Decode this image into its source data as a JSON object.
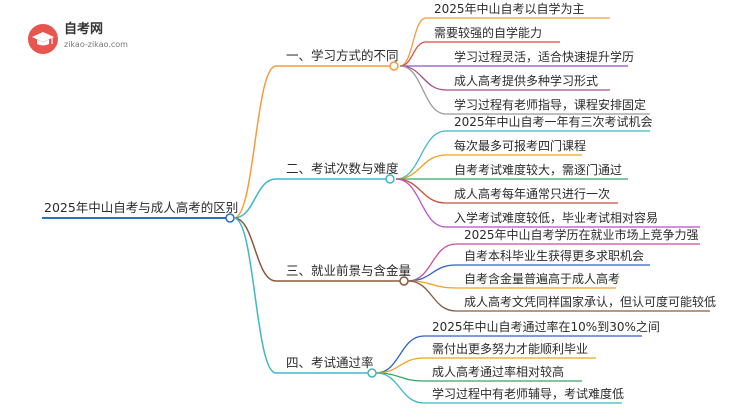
{
  "brand": {
    "title": "自考网",
    "url": "zikao-zikao.com",
    "color": "#e8554e"
  },
  "root": {
    "label": "2025年中山自考与成人高考的区别",
    "color": "#2f6fbd"
  },
  "branches": [
    {
      "label": "一、学习方式的不同",
      "color": "#f39c3d",
      "leaves": [
        {
          "label": "2025年中山自考以自学为主",
          "color": "#f39c3d"
        },
        {
          "label": "需要较强的自学能力",
          "color": "#e0483f"
        },
        {
          "label": "学习过程灵活，适合快速提升学历",
          "color": "#8a52c9"
        },
        {
          "label": "成人高考提供多种学习形式",
          "color": "#a44d8e"
        },
        {
          "label": "学习过程有老师指导，课程安排固定",
          "color": "#9a9a9a"
        }
      ]
    },
    {
      "label": "二、考试次数与难度",
      "color": "#3fb8c6",
      "leaves": [
        {
          "label": "2025年中山自考一年有三次考试机会",
          "color": "#3fb8c6"
        },
        {
          "label": "每次最多可报考四门课程",
          "color": "#f0a21f"
        },
        {
          "label": "自考考试难度较大，需逐门通过",
          "color": "#35a86a"
        },
        {
          "label": "成人高考每年通常只进行一次",
          "color": "#c4543c"
        },
        {
          "label": "入学考试难度较低，毕业考试相对容易",
          "color": "#b84ec8"
        }
      ]
    },
    {
      "label": "三、就业前景与含金量",
      "color": "#8a5a3c",
      "leaves": [
        {
          "label": "2025年中山自考学历在就业市场上竞争力强",
          "color": "#c94ea0"
        },
        {
          "label": "自考本科毕业生获得更多求职机会",
          "color": "#2f62c9"
        },
        {
          "label": "自考含金量普遍高于成人高考",
          "color": "#f0a21f"
        },
        {
          "label": "成人高考文凭同样国家承认，但认可度可能较低",
          "color": "#8a5a3c"
        }
      ]
    },
    {
      "label": "四、考试通过率",
      "color": "#3fb8c6",
      "leaves": [
        {
          "label": "2025年中山自考通过率在10%到30%之间",
          "color": "#2f62c9"
        },
        {
          "label": "需付出更多努力才能顺利毕业",
          "color": "#f0a21f"
        },
        {
          "label": "成人高考通过率相对较高",
          "color": "#35a86a"
        },
        {
          "label": "学习过程中有老师辅导，考试难度低",
          "color": "#3fb8c6"
        }
      ]
    }
  ]
}
